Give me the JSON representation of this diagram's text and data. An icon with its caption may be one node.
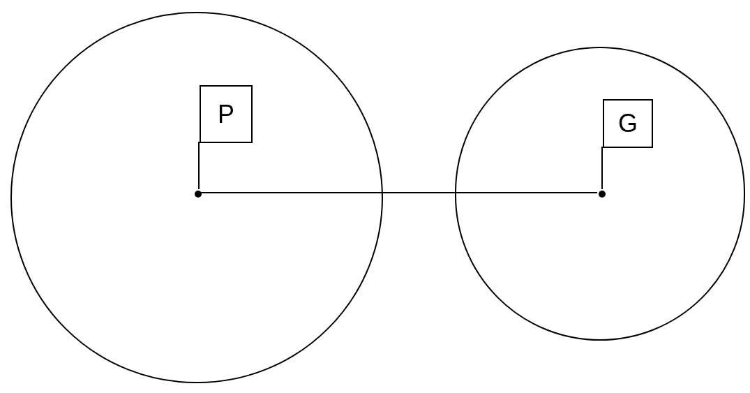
{
  "diagram": {
    "nodes": [
      {
        "text": [],
        "shape": "circle"
      },
      {
        "text": [
          "P"
        ],
        "in": 0
      },
      {
        "text": [],
        "shape": "circle",
        "in": 0
      },
      {
        "text": [],
        "shape": "circle"
      },
      {
        "text": [
          "G"
        ],
        "in": 3
      },
      {
        "text": [],
        "shape": "circle",
        "in": 3
      }
    ],
    "edges": [
      {
        "from": 1,
        "to": 2,
        "arrow": "none"
      },
      {
        "from": 2,
        "to": 5,
        "arrow": "none"
      },
      {
        "from": 4,
        "to": 5,
        "arrow": "none"
      }
    ]
  }
}
